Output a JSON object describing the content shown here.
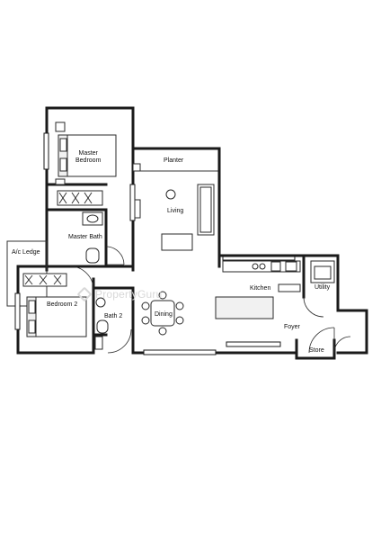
{
  "rooms": {
    "master_bedroom": "Master\nBedroom",
    "planter": "Planter",
    "living": "Living",
    "master_bath": "Master Bath",
    "ac_ledge": "A/c Ledge",
    "bedroom_2": "Bedroom 2",
    "bath_2": "Bath 2",
    "dining": "Dining",
    "kitchen": "Kitchen",
    "utility": "Utility",
    "foyer": "Foyer",
    "store": "Store"
  },
  "watermark": {
    "text": "PropertyGuru",
    "icon": "propertyguru-logo-icon"
  }
}
